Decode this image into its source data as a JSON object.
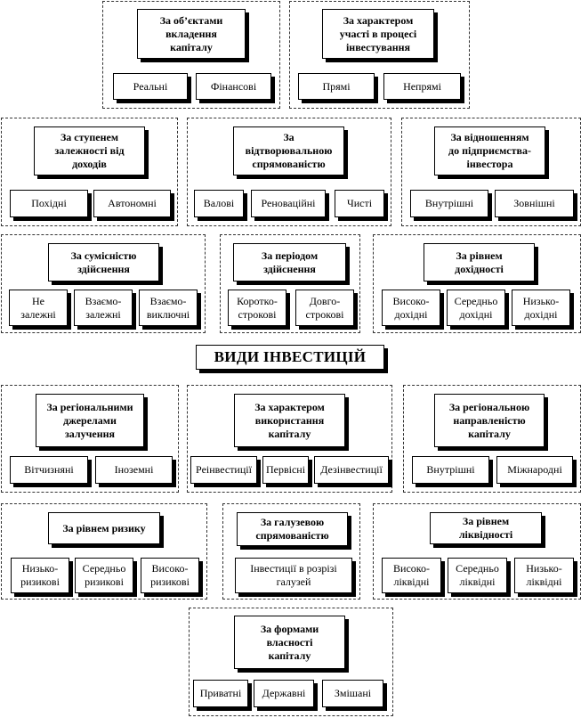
{
  "title": "ВИДИ ІНВЕСТИЦІЙ",
  "groups": [
    {
      "heading": "За об’єктами\nвкладення\nкапіталу",
      "items": [
        "Реальні",
        "Фінансові"
      ]
    },
    {
      "heading": "За характером\nучасті в процесі\nінвестування",
      "items": [
        "Прямі",
        "Непрямі"
      ]
    },
    {
      "heading": "За ступенем\nзалежності від\nдоходів",
      "items": [
        "Похідні",
        "Автономні"
      ]
    },
    {
      "heading": "За\nвідтворювальною\nспрямованістю",
      "items": [
        "Валові",
        "Реноваційні",
        "Чисті"
      ]
    },
    {
      "heading": "За відношенням\nдо підприємства-\nінвестора",
      "items": [
        "Внутрішні",
        "Зовнішні"
      ]
    },
    {
      "heading": "За сумісністю\nздійснення",
      "items": [
        "Не\nзалежні",
        "Взаємо-\nзалежні",
        "Взаємо-\nвиключні"
      ]
    },
    {
      "heading": "За періодом\nздійснення",
      "items": [
        "Коротко-\nстрокові",
        "Довго-\nстрокові"
      ]
    },
    {
      "heading": "За рівнем\nдохідності",
      "items": [
        "Високо-\nдохідні",
        "Середньо\nдохідні",
        "Низько-\nдохідні"
      ]
    },
    {
      "heading": "За регіональними\nджерелами\nзалучення",
      "items": [
        "Вітчизняні",
        "Іноземні"
      ]
    },
    {
      "heading": "За характером\nвикористання\nкапіталу",
      "items": [
        "Реінвестиції",
        "Первісні",
        "Дезінвестиції"
      ]
    },
    {
      "heading": "За регіональною\nнаправленістю\nкапіталу",
      "items": [
        "Внутрішні",
        "Міжнародні"
      ]
    },
    {
      "heading": "За рівнем ризику",
      "items": [
        "Низько-\nризикові",
        "Середньо\nризикові",
        "Високо-\nризикові"
      ]
    },
    {
      "heading": "За галузевою\nспрямованістю",
      "items": [
        "Інвестиції в розрізі\nгалузей"
      ]
    },
    {
      "heading": "За рівнем\nліквідності",
      "items": [
        "Високо-\nліквідні",
        "Середньо\nліквідні",
        "Низько-\nліквідні"
      ]
    },
    {
      "heading": "За формами\nвласності\nкапіталу",
      "items": [
        "Приватні",
        "Державні",
        "Змішані"
      ]
    }
  ]
}
